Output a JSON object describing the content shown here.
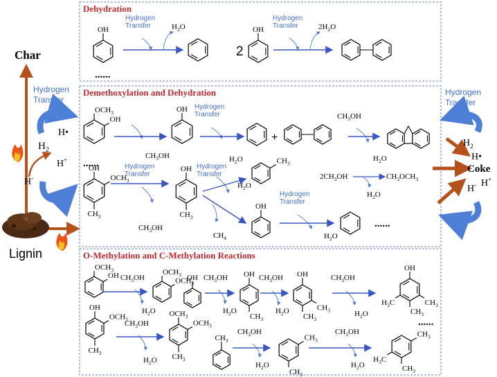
{
  "panels": {
    "dehydration": "Dehydration",
    "demethoxylation": "Demethoxylation  and  Dehydration",
    "methylation": "O-Methylation  and  C-Methylation  Reactions"
  },
  "labels": {
    "char": "Char",
    "lignin": "Lignin",
    "coke": "Coke",
    "hydrogen": "Hydrogen",
    "transfer": "Transfer",
    "h2": "H2",
    "hdot": "H•",
    "hplus": "H+",
    "hminus": "H-",
    "two": "2",
    "dots": "......",
    "och3": "OCH3",
    "oh": "OH",
    "ch3": "CH3",
    "ch3oh": "CH3OH",
    "h2o": "H2O",
    "two_h2o": "2H2O",
    "ch4": "CH4",
    "two_ch3oh": "2CH3OH",
    "ch3och3": "CH3OCH3",
    "h3c": "H3C"
  },
  "colors": {
    "panel_border": "#6b7fb8",
    "panel_title": "#c0282d",
    "arrow_blue": "#3a56c5",
    "hydrogen_blue": "#3f6fcf",
    "brown_arrow": "#b5521c",
    "curve_blue": "#4e7fd6"
  }
}
